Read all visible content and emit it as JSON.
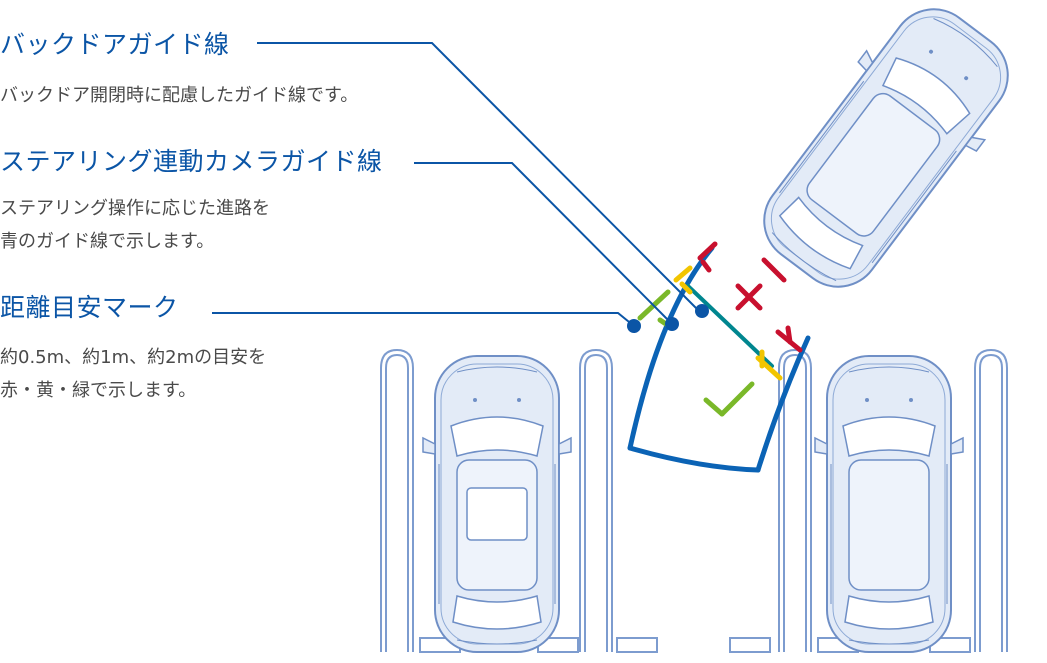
{
  "labels": {
    "backdoor": {
      "title": "バックドアガイド線",
      "desc": "バックドア開閉時に配慮したガイド線です。"
    },
    "steering": {
      "title": "ステアリング連動カメラガイド線",
      "desc_line1": "ステアリング操作に応じた進路を",
      "desc_line2": "青のガイド線で示します。"
    },
    "distance": {
      "title": "距離目安マーク",
      "desc_line1": "約0.5m、約1m、約2mの目安を",
      "desc_line2": "赤・黄・緑で示します。"
    }
  },
  "colors": {
    "heading": "#0b55a6",
    "body_text": "#4a4a4a",
    "car_outline": "#6f8fc6",
    "car_fill": "#e3ebf7",
    "steering_guide": "#0b63b5",
    "backdoor_guide": "#00868f",
    "mark_red": "#c8102e",
    "mark_yellow": "#f2c500",
    "mark_green": "#7ab829"
  }
}
